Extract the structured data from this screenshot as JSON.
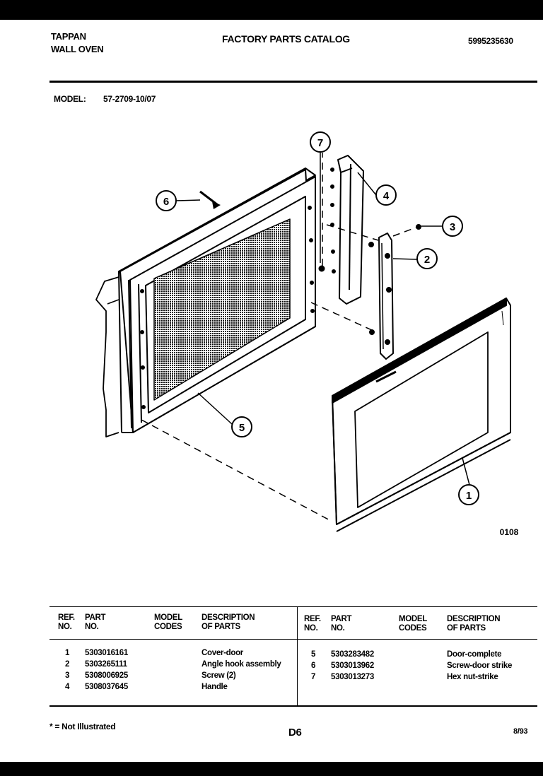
{
  "header": {
    "brand": "TAPPAN",
    "product": "WALL OVEN",
    "title": "FACTORY PARTS CATALOG",
    "catalog_number": "5995235630",
    "model_label": "MODEL:",
    "model_value": "57-2709-10/07"
  },
  "diagram": {
    "callouts": [
      "1",
      "2",
      "3",
      "4",
      "5",
      "6",
      "7"
    ],
    "figure_code": "0108"
  },
  "table": {
    "headers": {
      "ref_line1": "REF.",
      "ref_line2": "NO.",
      "part_line1": "PART",
      "part_line2": "NO.",
      "model_line1": "MODEL",
      "model_line2": "CODES",
      "desc_line1": "DESCRIPTION",
      "desc_line2": "OF PARTS"
    },
    "left_rows": [
      {
        "ref": "1",
        "part": "5303016161",
        "model": "",
        "desc": "Cover-door"
      },
      {
        "ref": "2",
        "part": "5303265111",
        "model": "",
        "desc": "Angle hook assembly"
      },
      {
        "ref": "3",
        "part": "5308006925",
        "model": "",
        "desc": "Screw (2)"
      },
      {
        "ref": "4",
        "part": "5308037645",
        "model": "",
        "desc": "Handle"
      }
    ],
    "right_rows": [
      {
        "ref": "5",
        "part": "5303283482",
        "model": "",
        "desc": "Door-complete"
      },
      {
        "ref": "6",
        "part": "5303013962",
        "model": "",
        "desc": "Screw-door strike"
      },
      {
        "ref": "7",
        "part": "5303013273",
        "model": "",
        "desc": "Hex nut-strike"
      }
    ]
  },
  "footer": {
    "note": "* = Not Illustrated",
    "page": "D6",
    "date": "8/93"
  }
}
